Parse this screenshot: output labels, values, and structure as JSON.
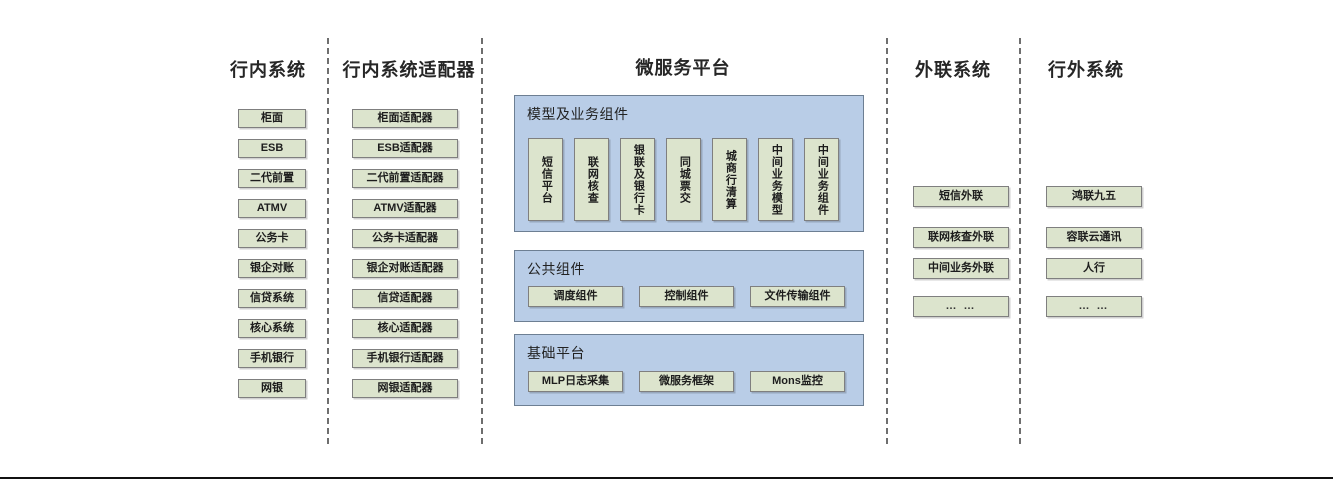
{
  "diagram": {
    "columns": [
      {
        "id": "in-bank-systems",
        "title": "行内系统",
        "items": [
          "柜面",
          "ESB",
          "二代前置",
          "ATMV",
          "公务卡",
          "银企对账",
          "信贷系统",
          "核心系统",
          "手机银行",
          "网银"
        ]
      },
      {
        "id": "in-bank-adapters",
        "title": "行内系统适配器",
        "items": [
          "柜面适配器",
          "ESB适配器",
          "二代前置适配器",
          "ATMV适配器",
          "公务卡适配器",
          "银企对账适配器",
          "信贷适配器",
          "核心适配器",
          "手机银行适配器",
          "网银适配器"
        ]
      },
      {
        "id": "external-link-systems",
        "title": "外联系统",
        "items": [
          "短信外联",
          "联网核查外联",
          "中间业务外联",
          "… …"
        ]
      },
      {
        "id": "outside-bank-systems",
        "title": "行外系统",
        "items": [
          "鸿联九五",
          "容联云通讯",
          "人行",
          "… …"
        ]
      }
    ],
    "platform": {
      "title": "微服务平台",
      "panels": [
        {
          "id": "model-business-components",
          "title": "模型及业务组件",
          "orientation": "vertical",
          "items": [
            "短信平台",
            "联网核查",
            "银联及银行卡",
            "同城票交",
            "城商行清算",
            "中间业务模型",
            "中间业务组件"
          ]
        },
        {
          "id": "public-components",
          "title": "公共组件",
          "orientation": "horizontal",
          "items": [
            "调度组件",
            "控制组件",
            "文件传输组件"
          ]
        },
        {
          "id": "base-platform",
          "title": "基础平台",
          "orientation": "horizontal",
          "items": [
            "MLP日志采集",
            "微服务框架",
            "Mons监控"
          ]
        }
      ]
    },
    "colors": {
      "node_fill": "#dce4cd",
      "node_border": "#7f7f7f",
      "panel_fill": "#b9cde7",
      "panel_border": "#6d7f93",
      "divider": "#6e6e6e",
      "text": "#1d1d1d"
    }
  }
}
